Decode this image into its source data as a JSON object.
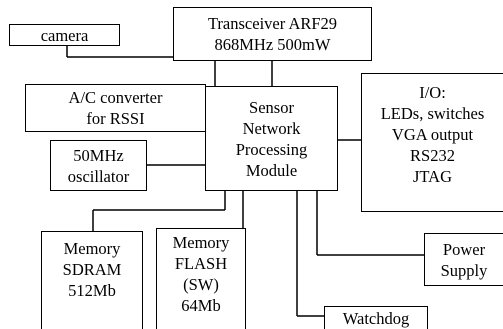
{
  "blocks": {
    "camera": [
      "camera"
    ],
    "transceiver": [
      "Transceiver ARF29",
      "868MHz 500mW"
    ],
    "adc": [
      "A/C converter",
      "for RSSI"
    ],
    "oscillator": [
      "50MHz",
      "oscillator"
    ],
    "core": [
      "Sensor",
      "Network",
      "Processing",
      "Module"
    ],
    "io": [
      "I/O:",
      "LEDs, switches",
      "VGA output",
      "RS232",
      "JTAG"
    ],
    "sdram": [
      "Memory",
      "SDRAM",
      "512Mb"
    ],
    "flash": [
      "Memory",
      "FLASH",
      "(SW)",
      "64Mb"
    ],
    "power": [
      "Power",
      "Supply"
    ],
    "watchdog": [
      "Watchdog"
    ]
  }
}
